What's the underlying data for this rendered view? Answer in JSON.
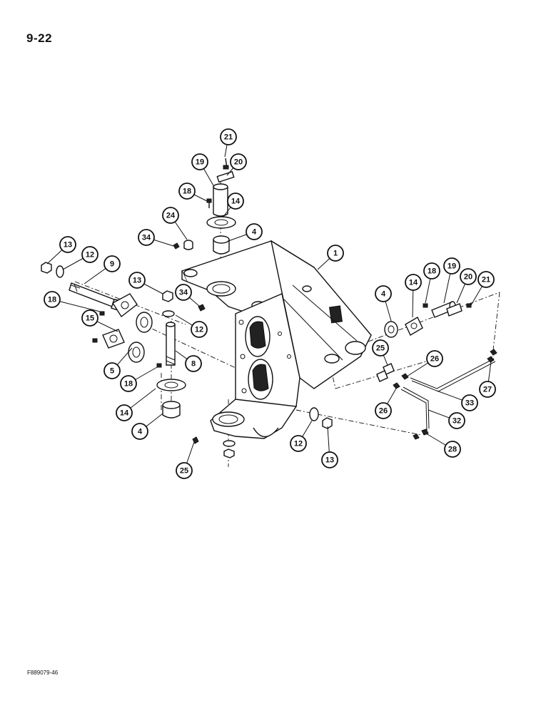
{
  "page": {
    "number": "9-22",
    "figure_id": "F889079-46"
  },
  "callouts": [
    {
      "label": "21"
    },
    {
      "label": "19"
    },
    {
      "label": "20"
    },
    {
      "label": "18"
    },
    {
      "label": "14"
    },
    {
      "label": "24"
    },
    {
      "label": "34"
    },
    {
      "label": "4"
    },
    {
      "label": "1"
    },
    {
      "label": "13"
    },
    {
      "label": "12"
    },
    {
      "label": "9"
    },
    {
      "label": "13"
    },
    {
      "label": "34"
    },
    {
      "label": "18"
    },
    {
      "label": "15"
    },
    {
      "label": "12"
    },
    {
      "label": "5"
    },
    {
      "label": "8"
    },
    {
      "label": "18"
    },
    {
      "label": "14"
    },
    {
      "label": "4"
    },
    {
      "label": "4"
    },
    {
      "label": "14"
    },
    {
      "label": "18"
    },
    {
      "label": "19"
    },
    {
      "label": "20"
    },
    {
      "label": "21"
    },
    {
      "label": "25"
    },
    {
      "label": "26"
    },
    {
      "label": "26"
    },
    {
      "label": "27"
    },
    {
      "label": "33"
    },
    {
      "label": "32"
    },
    {
      "label": "28"
    },
    {
      "label": "12"
    },
    {
      "label": "13"
    },
    {
      "label": "25"
    }
  ]
}
